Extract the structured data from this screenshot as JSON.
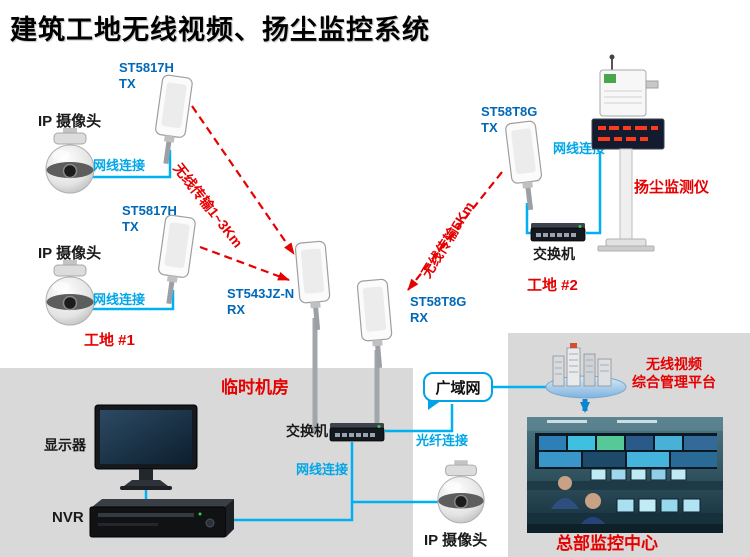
{
  "title": "建筑工地无线视频、扬尘监控系统",
  "colors": {
    "label_red": "#e60000",
    "label_blue": "#0068b8",
    "cable_cyan": "#00b0f0",
    "panel_gray": "#d9d9d9"
  },
  "site1": {
    "name": "工地 #1",
    "camera_top_label": "IP 摄像头",
    "camera_top_link": "网线连接",
    "tx_top_model": "ST5817H",
    "tx_top_port": "TX",
    "camera_bottom_label": "IP 摄像头",
    "camera_bottom_link": "网线连接",
    "tx_bottom_model": "ST5817H",
    "tx_bottom_port": "TX",
    "wireless_link": "无线传输1~3Km"
  },
  "site2": {
    "name": "工地 #2",
    "tx_model": "ST58T8G",
    "tx_port": "TX",
    "link": "网线连接",
    "switch_label": "交换机",
    "dust_monitor_label": "扬尘监测仪",
    "wireless_link": "无线传输5Km"
  },
  "receivers": {
    "rx_left_model": "ST543JZ-N",
    "rx_left_port": "RX",
    "rx_right_model": "ST58T8G",
    "rx_right_port": "RX"
  },
  "machine_room": {
    "name": "临时机房",
    "monitor_label": "显示器",
    "nvr_label": "NVR",
    "switch_label": "交换机",
    "lan_link": "网线连接",
    "fiber_link": "光纤连接",
    "wan_label": "广域网",
    "camera_label": "IP 摄像头"
  },
  "headquarters": {
    "name": "总部监控中心",
    "platform_line1": "无线视频",
    "platform_line2": "综合管理平台"
  }
}
